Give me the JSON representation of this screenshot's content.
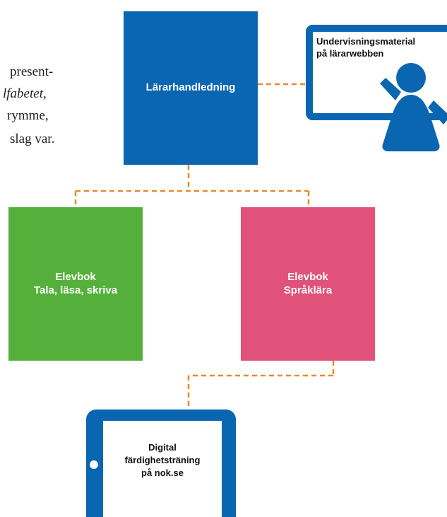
{
  "colors": {
    "blue": "#0b66b2",
    "green": "#54b03a",
    "pink": "#e0527a",
    "connector": "#e8892a"
  },
  "background_text": {
    "line1": "present-",
    "line2": "lfabetet,",
    "line3": "rymme,",
    "line4": "slag var."
  },
  "teacher_guide": {
    "label": "Lärarhandledning"
  },
  "web_material": {
    "line1": "Undervisningsmaterial",
    "line2": "på lärarwebben",
    "icon": "teacher-at-board-icon"
  },
  "student_book_1": {
    "line1": "Elevbok",
    "line2": "Tala, läsa, skriva"
  },
  "student_book_2": {
    "line1": "Elevbok",
    "line2": "Språklära"
  },
  "digital_training": {
    "line1": "Digital",
    "line2": "färdighetsträning",
    "line3": "på nok.se",
    "icon": "tablet-icon"
  }
}
